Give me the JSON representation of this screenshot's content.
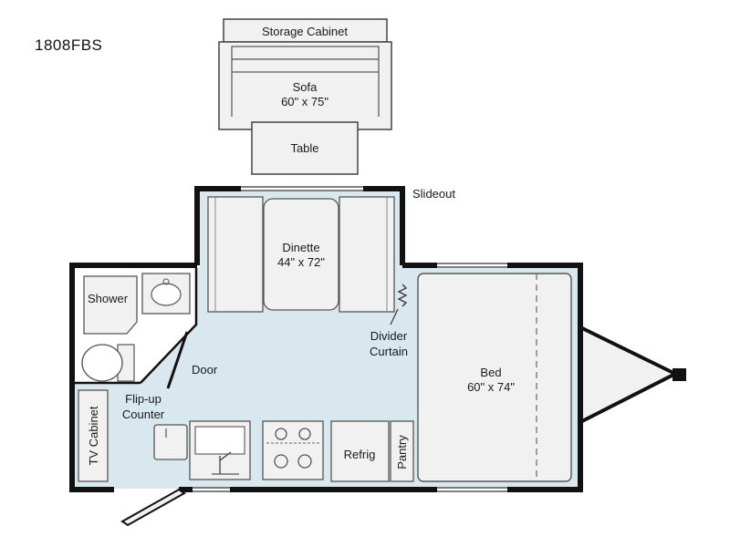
{
  "model": "1808FBS",
  "slideout_exterior": {
    "storage_cabinet": "Storage Cabinet",
    "sofa": "Sofa",
    "sofa_size": "60\" x 75\"",
    "table": "Table"
  },
  "labels": {
    "slideout": "Slideout",
    "dinette": "Dinette",
    "dinette_size": "44\" x 72\"",
    "shower": "Shower",
    "door": "Door",
    "divider_curtain_1": "Divider",
    "divider_curtain_2": "Curtain",
    "bed": "Bed",
    "bed_size": "60\" x 74\"",
    "flip_counter_1": "Flip-up",
    "flip_counter_2": "Counter",
    "tv_cabinet": "TV Cabinet",
    "refrig": "Refrig",
    "pantry": "Pantry"
  },
  "colors": {
    "floor": "#d9e8ee",
    "furniture": "#f1f1f1",
    "wall": "#111111",
    "line": "#444444"
  }
}
